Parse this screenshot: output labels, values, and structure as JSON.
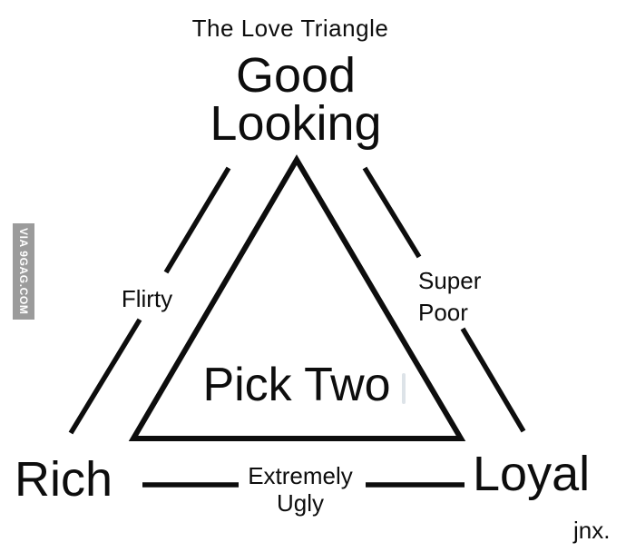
{
  "page": {
    "background_color": "#ffffff",
    "ink_color": "#0d0d0d",
    "title": "The Love Triangle",
    "signature": "jnx."
  },
  "watermark": {
    "text": "VIA 9GAG.COM",
    "bar_color": "#9b9b9b",
    "text_color": "#ffffff"
  },
  "diagram": {
    "type": "triangle-tradeoff",
    "center_label": "Pick Two",
    "vertices": {
      "top": {
        "lines": [
          "Good",
          "Looking"
        ]
      },
      "bottom_left": {
        "label": "Rich"
      },
      "bottom_right": {
        "label": "Loyal"
      }
    },
    "edge_labels": {
      "left": {
        "label": "Flirty"
      },
      "right": {
        "lines": [
          "Super",
          "Poor"
        ]
      },
      "bottom": {
        "lines": [
          "Extremely",
          "Ugly"
        ]
      }
    }
  }
}
